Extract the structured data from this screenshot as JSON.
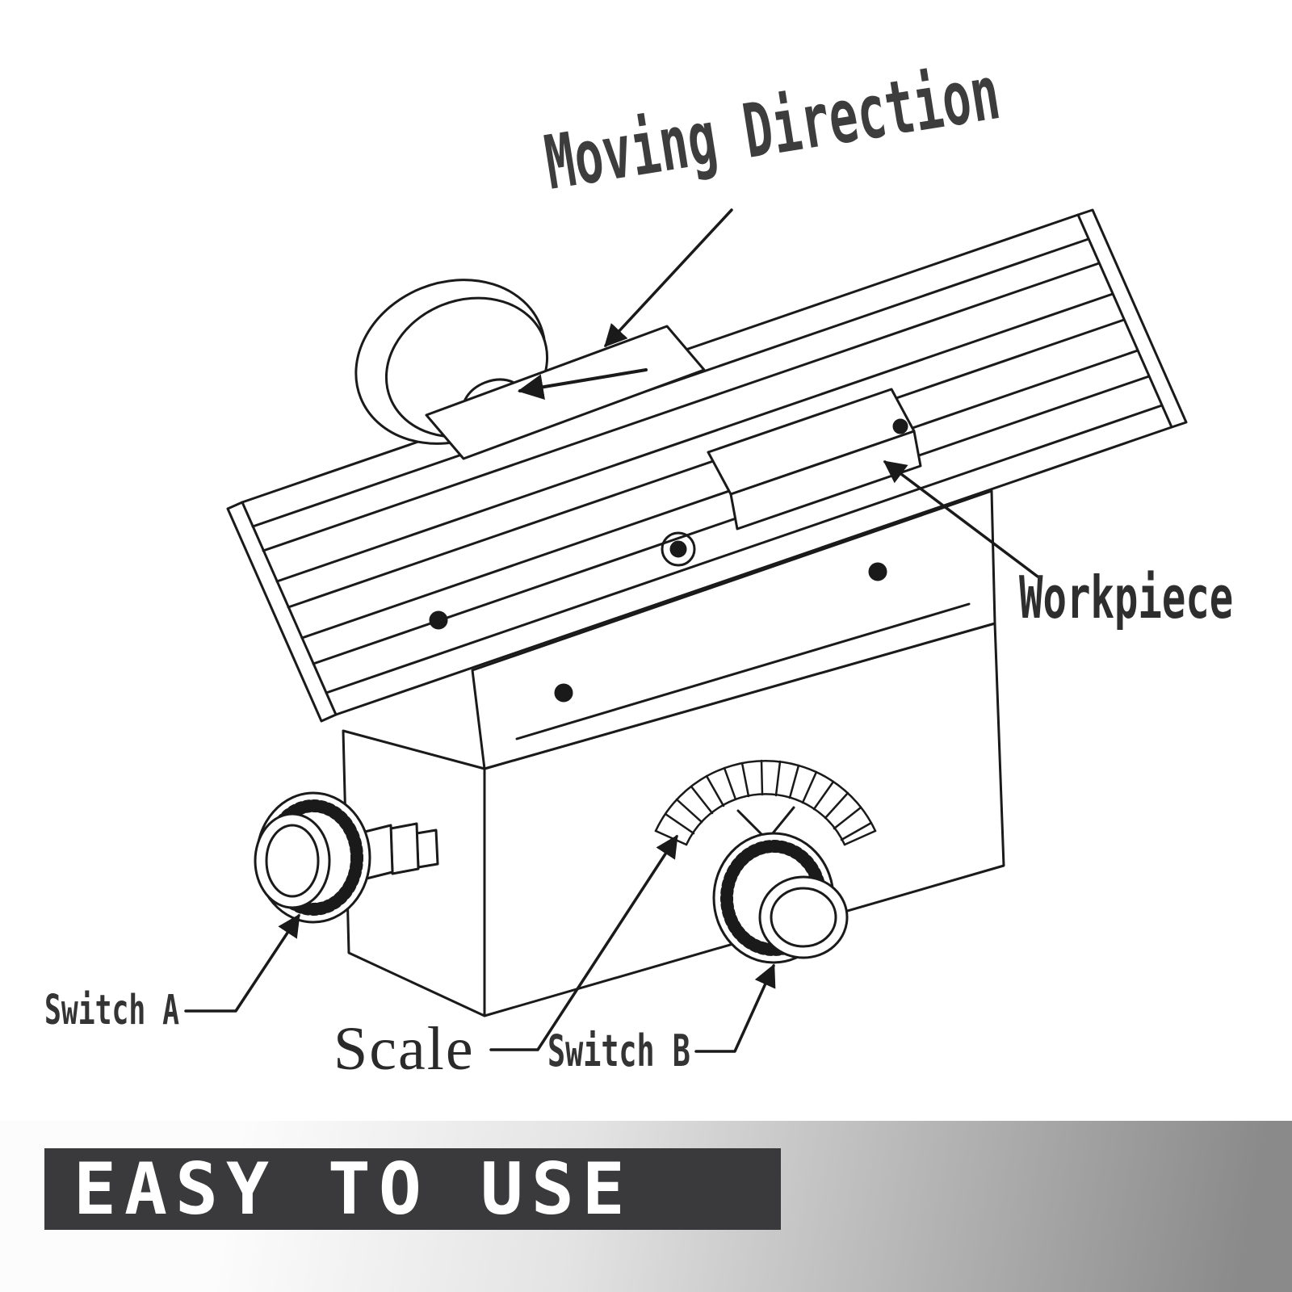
{
  "labels": {
    "moving_direction": "Moving Direction",
    "workpiece": "Workpiece",
    "switch_a": "Switch A",
    "scale": "Scale",
    "switch_b": "Switch B"
  },
  "banner": {
    "text": "EASY TO USE"
  },
  "colors": {
    "ink": "#1a1a1a",
    "label_ink": "#343434",
    "banner_bg": "#3a3a3c",
    "banner_text": "#ffffff",
    "band_gray_dark": "#8a8a8a",
    "band_gray_light": "#fcfcfc",
    "background": "#ffffff"
  },
  "drawing_parts": [
    "handwheel",
    "carriage-plate",
    "worktable-rail",
    "cross-slide",
    "base-body",
    "scale-dial",
    "switch-a-knob",
    "switch-b-knob",
    "workpiece-block"
  ]
}
